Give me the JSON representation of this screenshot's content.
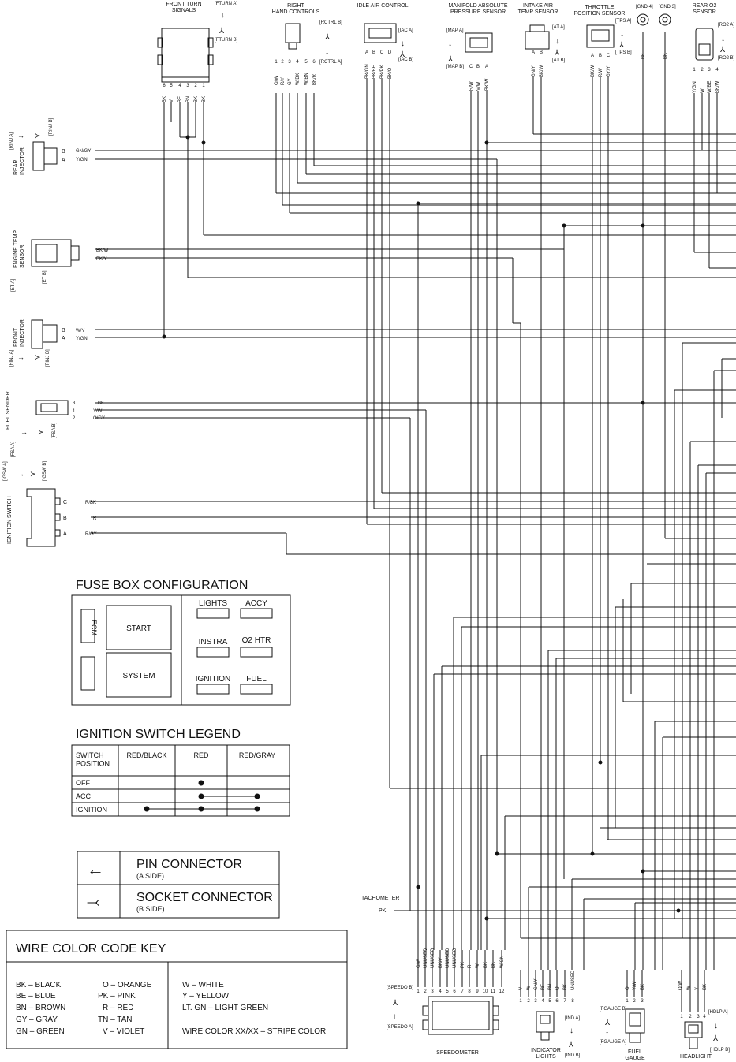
{
  "components": {
    "front_turn_signals": "FRONT TURN\nSIGNALS",
    "front_turn_signals_pins": [
      "6",
      "5",
      "4",
      "3",
      "2",
      "1"
    ],
    "front_turn_signals_wires": [
      "BK",
      "V",
      "BE",
      "BN",
      "BK",
      "BK"
    ],
    "fturn_a": "[FTURN A]",
    "fturn_b": "[FTURN B]",
    "right_hand_controls": "RIGHT\nHAND CONTROLS",
    "rctrl_a": "[RCTRL A]",
    "rctrl_b": "[RCTRL B]",
    "rhc_pins": [
      "1",
      "2",
      "3",
      "4",
      "5",
      "6"
    ],
    "rhc_wires": [
      "O/W",
      "R/Y",
      "GY",
      "W/BK",
      "W/BN",
      "BK/R"
    ],
    "idle_air_control": "IDLE AIR CONTROL",
    "iac_a": "[IAC A]",
    "iac_b": "[IAC B]",
    "iac_pins": [
      "A",
      "B",
      "C",
      "D"
    ],
    "iac_wires": [
      "BK/GN",
      "BK/BE",
      "BK/PK",
      "BK/O"
    ],
    "map_sensor": "MANIFOLD ABSOLUTE\nPRESSURE SENSOR",
    "map_a": "[MAP A]",
    "map_b": "[MAP B]",
    "map_pins": [
      "C",
      "B",
      "A"
    ],
    "map_wires": [
      "R/W",
      "V/W",
      "BK/W"
    ],
    "iat_sensor": "INTAKE AIR\nTEMP SENSOR",
    "at_a": "[AT A]",
    "at_b": "[AT B]",
    "iat_pins": [
      "A",
      "B"
    ],
    "iat_wires": [
      "GN/Y",
      "BK/W"
    ],
    "tps_sensor": "THROTTLE\nPOSITION SENSOR",
    "tps_a": "[TPS A]",
    "tps_b": "[TPS B]",
    "tps_pins": [
      "A",
      "B",
      "C"
    ],
    "tps_wires": [
      "BK/W",
      "R/W",
      "GY/Y"
    ],
    "gnd_4": "[GND 4]",
    "gnd_3": "[GND 3]",
    "gnd_wire": "BK",
    "rear_o2": "REAR O2\nSENSOR",
    "ro2_a": "[RO2 A]",
    "ro2_b": "[RO2 B]",
    "ro2_pins": [
      "1",
      "2",
      "3",
      "4"
    ],
    "ro2_wires": [
      "Y/GN",
      "W",
      "W/BE",
      "BK/W"
    ],
    "rear_injector": "REAR\nINJECTOR",
    "rinj_a": "[RINJ A]",
    "rinj_b": "[RINJ B]",
    "rinj_wires": [
      "GN/GY",
      "Y/GN"
    ],
    "engine_temp": "ENGINE TEMP\nSENSOR",
    "et_a": "[ET A]",
    "et_b": "[ET B]",
    "et_wires": [
      "BK/W",
      "PK/Y"
    ],
    "front_injector": "FRONT\nINJECTOR",
    "finj_a": "[FINJ A]",
    "finj_b": "[FINJ B]",
    "finj_wires": [
      "W/Y",
      "Y/GN"
    ],
    "fuel_sender": "FUEL SENDER",
    "fsa_a": "[FSA A]",
    "fsa_b": "[FSA B]",
    "fuel_sender_pins": [
      "3",
      "1",
      "2"
    ],
    "fuel_sender_wires": [
      "BK",
      "Y/W",
      "O/GY"
    ],
    "ignition_switch": "IGNITION SWITCH",
    "igsw_a": "[IGSW A]",
    "igsw_b": "[IGSW B]",
    "ign_pins": [
      "C",
      "B",
      "A"
    ],
    "ign_wires": [
      "R/BK",
      "R",
      "R/GY"
    ],
    "tachometer": "TACHOMETER",
    "tach_wire": "PK",
    "speedometer": "SPEEDOMETER",
    "speedo_a": "[SPEEDO A]",
    "speedo_b": "[SPEEDO B]",
    "speedo_pins": [
      "1",
      "2",
      "3",
      "4",
      "5",
      "6",
      "7",
      "8",
      "9",
      "10",
      "11",
      "12"
    ],
    "speedo_wires": [
      "O/W",
      "UNUSED",
      "UNUSED",
      "BK/Y",
      "UNUSED",
      "UNUSED",
      "PK",
      "R",
      "W",
      "BK",
      "BK",
      "W/GN"
    ],
    "indicator_lights": "INDICATOR\nLIGHTS",
    "ind_a": "[IND A]",
    "ind_b": "[IND B]",
    "ind_pins": [
      "1",
      "2",
      "3",
      "4",
      "5",
      "6",
      "7",
      "8"
    ],
    "ind_wires": [
      "V",
      "W",
      "GN/Y",
      "BE",
      "BN",
      "O",
      "BK",
      "UNUSED"
    ],
    "fuel_gauge": "FUEL\nGAUGE",
    "fgauge_a": "[FGAUGE A]",
    "fgauge_b": "[FGAUGE B]",
    "fg_pins": [
      "1",
      "2",
      "3"
    ],
    "fg_wires": [
      "O",
      "Y/W",
      "BK"
    ],
    "headlight": "HEADLIGHT",
    "hdlp_a": "[HDLP A]",
    "hdlp_b": "[HDLP B]",
    "hl_pins": [
      "1",
      "2",
      "3",
      "4"
    ],
    "hl_wires": [
      "O/W",
      "W",
      "Y",
      "BK"
    ]
  },
  "fuse_box": {
    "title": "FUSE BOX CONFIGURATION",
    "ecm": "ECM",
    "start": "START",
    "system": "SYSTEM",
    "lights": "LIGHTS",
    "accy": "ACCY",
    "instra": "INSTRA",
    "o2htr": "O2 HTR",
    "ignition": "IGNITION",
    "fuel": "FUEL"
  },
  "ign_legend": {
    "title": "IGNITION SWITCH LEGEND",
    "headers": [
      "SWITCH\nPOSITION",
      "RED/BLACK",
      "RED",
      "RED/GRAY"
    ],
    "rows": [
      "OFF",
      "ACC",
      "IGNITION"
    ]
  },
  "connector_legend": {
    "pin_title": "PIN CONNECTOR",
    "pin_sub": "(A SIDE)",
    "socket_title": "SOCKET CONNECTOR",
    "socket_sub": "(B SIDE)"
  },
  "color_key": {
    "title": "WIRE COLOR CODE KEY",
    "col1": [
      "BK  –  BLACK",
      "BE  –  BLUE",
      "BN  –  BROWN",
      "GY  –  GRAY",
      "GN  –  GREEN"
    ],
    "col2": [
      "O  –  ORANGE",
      "PK  –  PINK",
      "R  –  RED",
      "TN  –  TAN",
      "V  –  VIOLET"
    ],
    "col3": [
      "W  –  WHITE",
      "Y  –  YELLOW",
      "LT. GN  –  LIGHT GREEN"
    ],
    "note": "WIRE COLOR XX/XX  –  STRIPE COLOR"
  }
}
